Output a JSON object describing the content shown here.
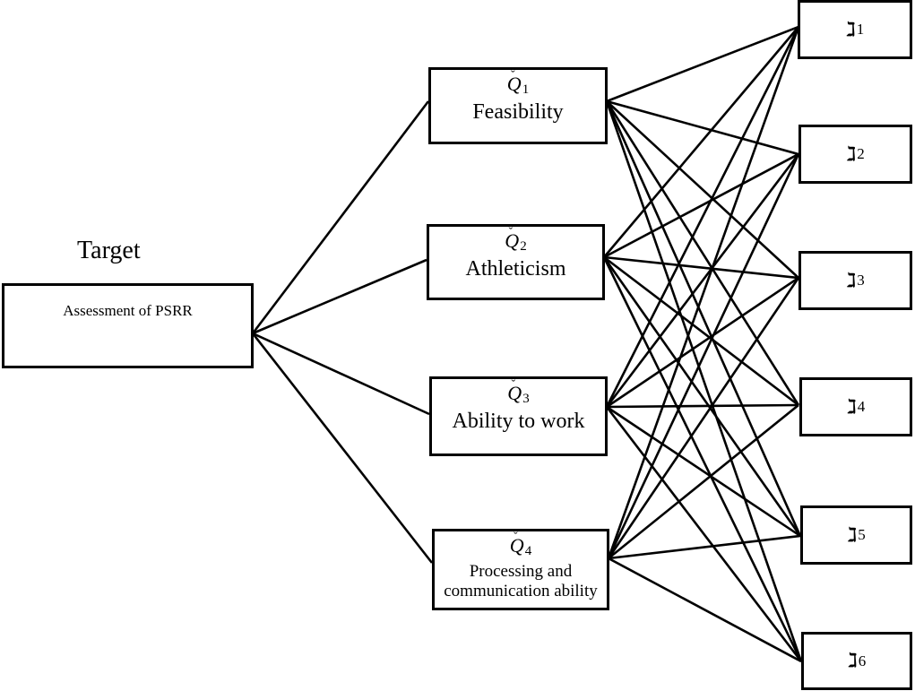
{
  "goal": {
    "title": "Target",
    "text": "Assessment of PSRR"
  },
  "criteria": [
    {
      "symbol": "Q",
      "subscript": "1",
      "accent": "ˇ",
      "name": "Feasibility"
    },
    {
      "symbol": "Q",
      "subscript": "2",
      "accent": "ˇ",
      "name": "Athleticism"
    },
    {
      "symbol": "Q",
      "subscript": "3",
      "accent": "ˇ",
      "name": "Ability to work"
    },
    {
      "symbol": "Q",
      "subscript": "4",
      "accent": "ˇ",
      "name": "Processing and communication ability"
    }
  ],
  "alternatives": [
    {
      "symbol": "ℷ",
      "subscript": "1"
    },
    {
      "symbol": "ℷ",
      "subscript": "2"
    },
    {
      "symbol": "ℷ",
      "subscript": "3"
    },
    {
      "symbol": "ℷ",
      "subscript": "4"
    },
    {
      "symbol": "ℷ",
      "subscript": "5"
    },
    {
      "symbol": "ℷ",
      "subscript": "6"
    }
  ],
  "connections": {
    "goal_to_criteria": "all",
    "criteria_to_alternatives": "all"
  },
  "colors": {
    "line": "#000000",
    "box_border": "#000000",
    "background": "#ffffff"
  }
}
